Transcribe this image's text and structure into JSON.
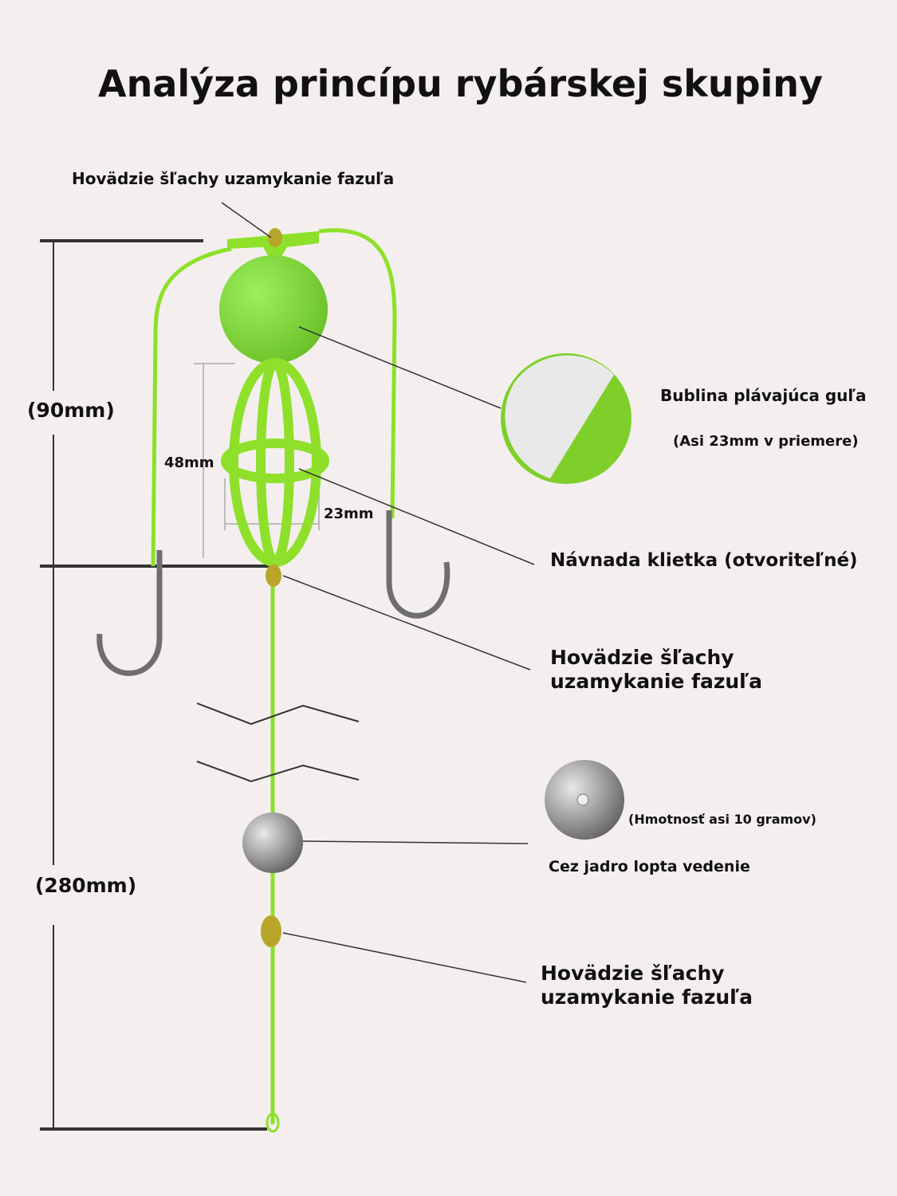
{
  "title": "Analýza princípu rybárskej skupiny",
  "labels": {
    "top_lock": "Hovädzie šľachy uzamykanie fazuľa",
    "dim_upper": "(90mm)",
    "dim_lower": "(280mm)",
    "cage_height": "48mm",
    "cage_width": "23mm",
    "float_name": "Bublina plávajúca guľa",
    "float_size": "(Asi 23mm v priemere)",
    "cage": "Návnada klietka (otvoriteľné)",
    "lock_mid_1": "Hovädzie šľachy",
    "lock_mid_2": "uzamykanie fazuľa",
    "weight": "(Hmotnosť asi 10 gramov)",
    "lead": "Cez jadro lopta vedenie",
    "lock_low_1": "Hovädzie šľachy",
    "lock_low_2": "uzamykanie fazuľa"
  },
  "colors": {
    "line": "#8ee02a",
    "float": "#7fd63a",
    "bead": "#b7a62a",
    "hook": "#6e6e6e",
    "background": "#f4efee"
  }
}
